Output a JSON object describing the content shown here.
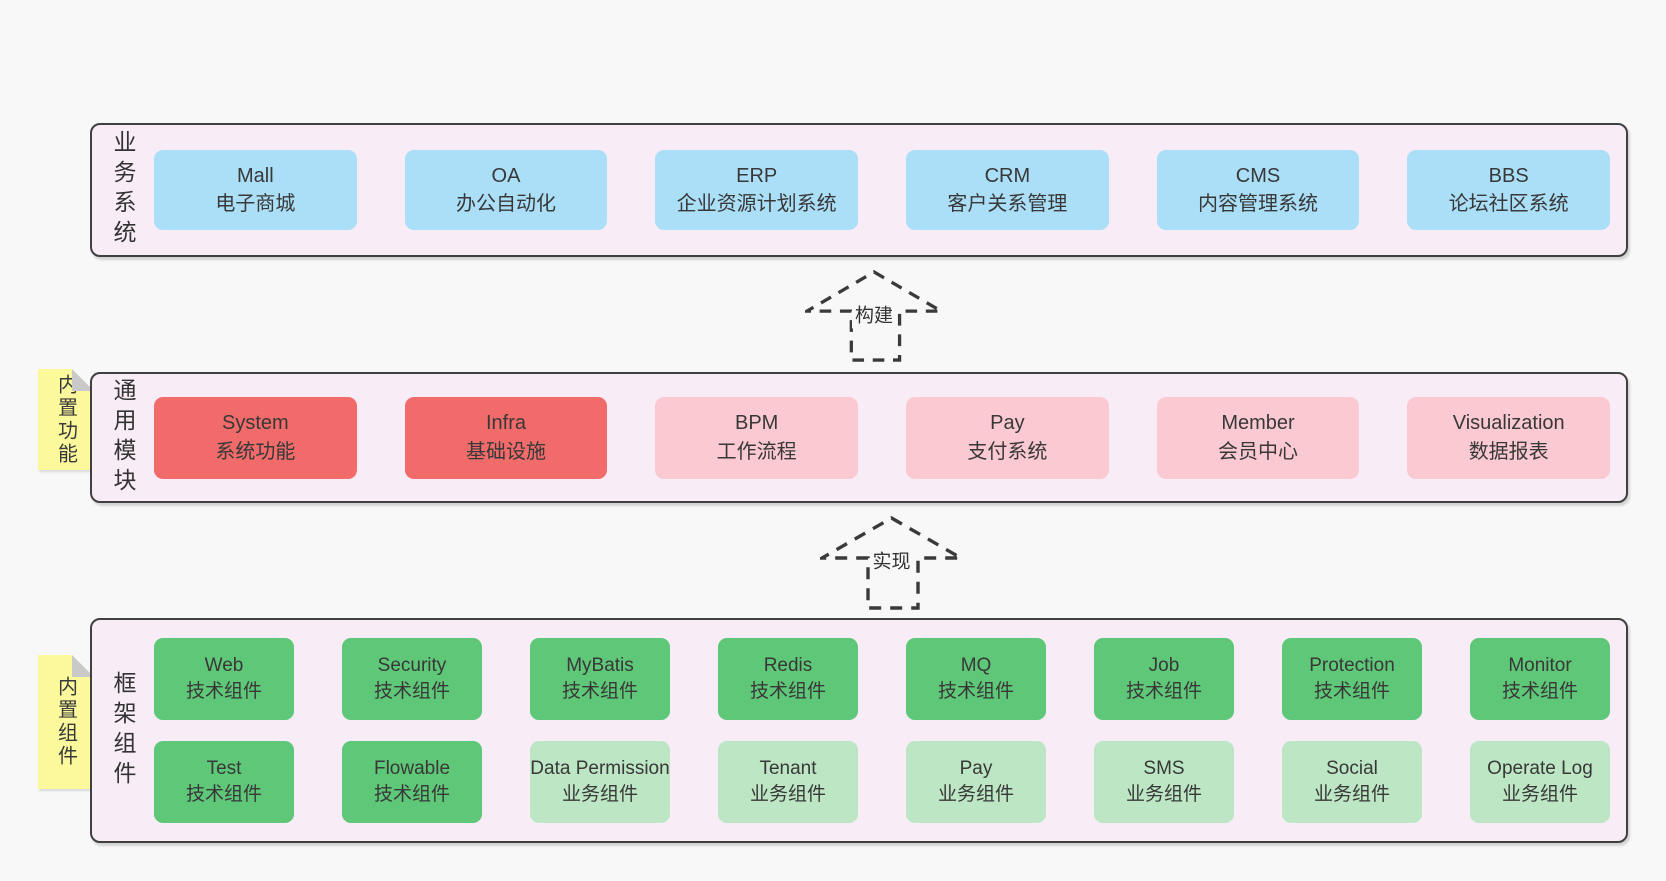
{
  "colors": {
    "page_bg": "#f8f8f8",
    "panel_bg": "#f8edf6",
    "panel_border": "#404040",
    "blue": "#abdff7",
    "red": "#f26b6b",
    "pink": "#fbc9d2",
    "green": "#5fc778",
    "light_green": "#bde6c4",
    "note_yellow": "#fbf99c",
    "note_fold": "#c9c9c9",
    "text": "#383838"
  },
  "arrows": [
    {
      "label": "构建"
    },
    {
      "label": "实现"
    }
  ],
  "notes": [
    {
      "label": "内置功能"
    },
    {
      "label": "内置组件"
    }
  ],
  "layers": {
    "business": {
      "label": "业务系统",
      "boxes": [
        {
          "title": "Mall",
          "subtitle": "电子商城",
          "type": "blue"
        },
        {
          "title": "OA",
          "subtitle": "办公自动化",
          "type": "blue"
        },
        {
          "title": "ERP",
          "subtitle": "企业资源计划系统",
          "type": "blue"
        },
        {
          "title": "CRM",
          "subtitle": "客户关系管理",
          "type": "blue"
        },
        {
          "title": "CMS",
          "subtitle": "内容管理系统",
          "type": "blue"
        },
        {
          "title": "BBS",
          "subtitle": "论坛社区系统",
          "type": "blue"
        }
      ]
    },
    "modules": {
      "label": "通用模块",
      "boxes": [
        {
          "title": "System",
          "subtitle": "系统功能",
          "type": "red"
        },
        {
          "title": "Infra",
          "subtitle": "基础设施",
          "type": "red"
        },
        {
          "title": "BPM",
          "subtitle": "工作流程",
          "type": "pink"
        },
        {
          "title": "Pay",
          "subtitle": "支付系统",
          "type": "pink"
        },
        {
          "title": "Member",
          "subtitle": "会员中心",
          "type": "pink"
        },
        {
          "title": "Visualization",
          "subtitle": "数据报表",
          "type": "pink"
        }
      ]
    },
    "components": {
      "label": "框架组件",
      "rows": [
        [
          {
            "title": "Web",
            "subtitle": "技术组件",
            "type": "green"
          },
          {
            "title": "Security",
            "subtitle": "技术组件",
            "type": "green"
          },
          {
            "title": "MyBatis",
            "subtitle": "技术组件",
            "type": "green"
          },
          {
            "title": "Redis",
            "subtitle": "技术组件",
            "type": "green"
          },
          {
            "title": "MQ",
            "subtitle": "技术组件",
            "type": "green"
          },
          {
            "title": "Job",
            "subtitle": "技术组件",
            "type": "green"
          },
          {
            "title": "Protection",
            "subtitle": "技术组件",
            "type": "green"
          },
          {
            "title": "Monitor",
            "subtitle": "技术组件",
            "type": "green"
          }
        ],
        [
          {
            "title": "Test",
            "subtitle": "技术组件",
            "type": "green"
          },
          {
            "title": "Flowable",
            "subtitle": "技术组件",
            "type": "green"
          },
          {
            "title": "Data Permission",
            "subtitle": "业务组件",
            "type": "lightgreen"
          },
          {
            "title": "Tenant",
            "subtitle": "业务组件",
            "type": "lightgreen"
          },
          {
            "title": "Pay",
            "subtitle": "业务组件",
            "type": "lightgreen"
          },
          {
            "title": "SMS",
            "subtitle": "业务组件",
            "type": "lightgreen"
          },
          {
            "title": "Social",
            "subtitle": "业务组件",
            "type": "lightgreen"
          },
          {
            "title": "Operate Log",
            "subtitle": "业务组件",
            "type": "lightgreen"
          }
        ]
      ]
    }
  }
}
